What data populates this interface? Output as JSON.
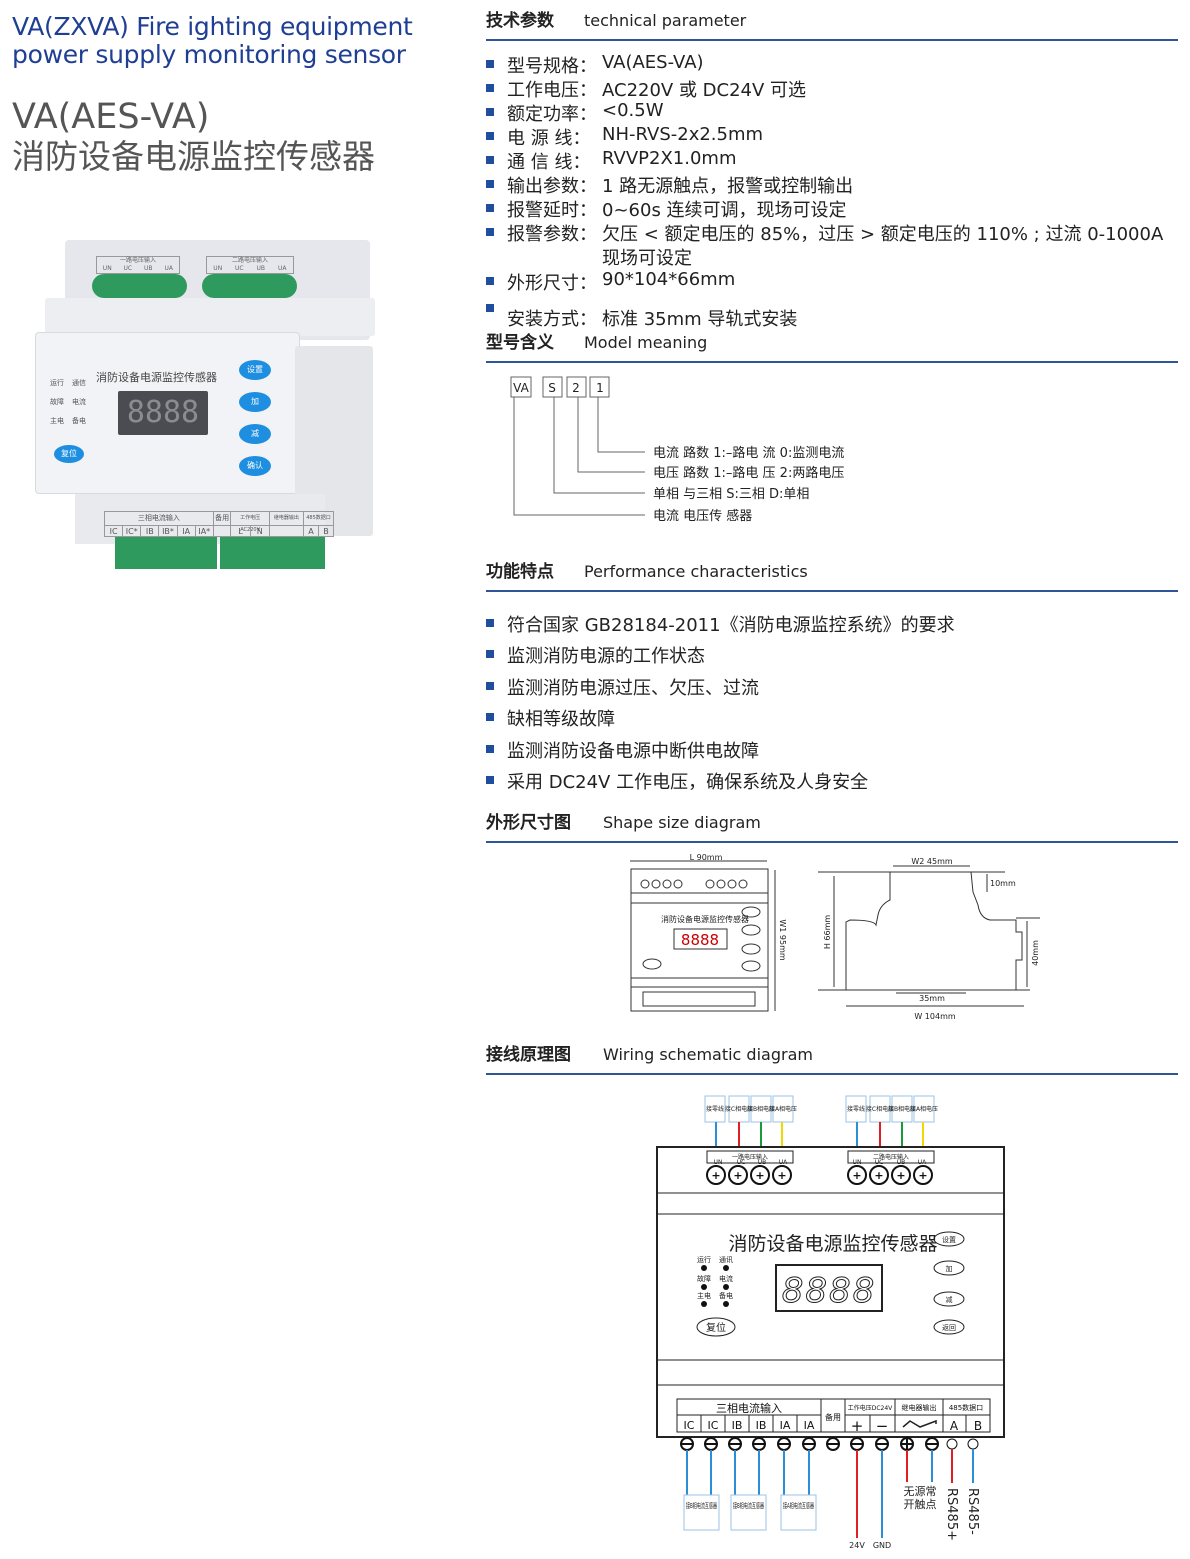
{
  "header": {
    "title_en_line1": "VA(ZXVA)  Fire  ighting equipment",
    "title_en_line2": "power supply monitoring sensor",
    "model": "VA(AES-VA)",
    "title_cn": "消防设备电源监控传感器"
  },
  "photo": {
    "top_groups": [
      "一路电压输入",
      "二路电压输入"
    ],
    "top_terminals": [
      "UN",
      "UC",
      "UB",
      "UA"
    ],
    "title": "消防设备电源监控传感器",
    "leds": [
      "运行",
      "通信",
      "故障",
      "电流",
      "主电",
      "备电"
    ],
    "display": "8888",
    "buttons": [
      "设置",
      "加",
      "减",
      "确认"
    ],
    "reset": "复位",
    "bottom_group": "三相电流输入",
    "bottom_terminals": [
      "IC",
      "IC*",
      "IB",
      "IB*",
      "IA",
      "IA*"
    ],
    "spare": "备用",
    "power": "工作电压AC220V",
    "power_terminals": [
      "L",
      "N"
    ],
    "relay": "继电器输出",
    "rs485": "485数据口",
    "rs485_terminals": [
      "A",
      "B"
    ]
  },
  "tech": {
    "heading_cn": "技术参数",
    "heading_en": "technical parameter",
    "items": [
      {
        "label": "型号规格：",
        "value": "VA(AES-VA)"
      },
      {
        "label": "工作电压：",
        "value": "AC220V 或 DC24V 可选"
      },
      {
        "label": "额定功率：",
        "value": "<0.5W"
      },
      {
        "label": "电  源  线：",
        "value": "NH-RVS-2x2.5mm"
      },
      {
        "label": "通  信  线：",
        "value": "RVVP2X1.0mm"
      },
      {
        "label": "输出参数：",
        "value": "1 路无源触点，报警或控制输出"
      },
      {
        "label": "报警延时：",
        "value": "0~60s 连续可调，现场可设定"
      },
      {
        "label": "报警参数：",
        "value": "欠压 < 额定电压的 85%，过压 > 额定电压的 110% ; 过流 0-1000A",
        "value2": "现场可设定"
      },
      {
        "label": "外形尺寸：",
        "value": "90*104*66mm"
      },
      {
        "label": "安装方式：",
        "value": "标准 35mm 导轨式安装"
      }
    ]
  },
  "model_meaning": {
    "heading_cn": "型号含义",
    "heading_en": "Model meaning",
    "codes": [
      "VA",
      "S",
      "2",
      "1"
    ],
    "descriptions": [
      "电流 路数  1:–路电 流  0:监测电流",
      "电压 路数  1:–路电 压  2:两路电压",
      "单相 与三相  S:三相  D:单相",
      "电流 电压传 感器"
    ]
  },
  "features": {
    "heading_cn": "功能特点",
    "heading_en": "Performance characteristics",
    "items": [
      "符合国家 GB28184-2011《消防电源监控系统》的要求",
      "监测消防电源的工作状态",
      "监测消防电源过压、欠压、过流",
      "缺相等级故障",
      "监测消防设备电源中断供电故障",
      "采用 DC24V 工作电压，确保系统及人身安全"
    ]
  },
  "shape": {
    "heading_cn": "外形尺寸图",
    "heading_en": "Shape size diagram",
    "L": "L   90mm",
    "W1": "W1   95mm",
    "W2": "W2  45mm",
    "d10": "10mm",
    "H": "H   66mm",
    "d40": "40mm",
    "d35": "35mm",
    "W": "W    104mm"
  },
  "device_face": {
    "title": "消防设备电源监控传感器",
    "leds": [
      "运行",
      "通讯",
      "故障",
      "电流",
      "主电",
      "备电"
    ],
    "display": "8888",
    "buttons": [
      "设置",
      "加",
      "减",
      "返回"
    ],
    "reset": "复位"
  },
  "wiring": {
    "heading_cn": "接线原理图",
    "heading_en": "Wiring schematic diagram",
    "top_labels": [
      "接零线",
      "接C相电压",
      "接B相电压",
      "接A相电压"
    ],
    "top_groups": [
      "一路电压输入",
      "二路电压输入"
    ],
    "top_terminals": [
      "UN",
      "UC",
      "UB",
      "UA"
    ],
    "current_group": "三相电流输入",
    "current_terminals": [
      "IC",
      "IC",
      "IB",
      "IB",
      "IA",
      "IA"
    ],
    "spare": "备用",
    "power": "工作电压DC24V",
    "power_terminals": [
      "+",
      "−"
    ],
    "relay": "继电器输出",
    "rs485": "485数据口",
    "rs485_terminals": [
      "A",
      "B"
    ],
    "ct_labels": [
      "接B相电流互感器",
      "接B相电流互感器",
      "接A相电流互感器"
    ],
    "v24": "24V",
    "gnd": "GND",
    "dry_contact": [
      "无源常",
      "开触点"
    ],
    "rs485_plus": "RS485+",
    "rs485_minus": "RS485-"
  },
  "colors": {
    "accent": "#1f3f94",
    "rule": "#2f5597",
    "wire_blue": "#2a8fd6",
    "wire_red": "#e02020",
    "wire_green": "#1a9a3a",
    "wire_yellow": "#f0d800",
    "terminal_green": "#2e9a5e",
    "button_blue": "#1e8fe0"
  }
}
